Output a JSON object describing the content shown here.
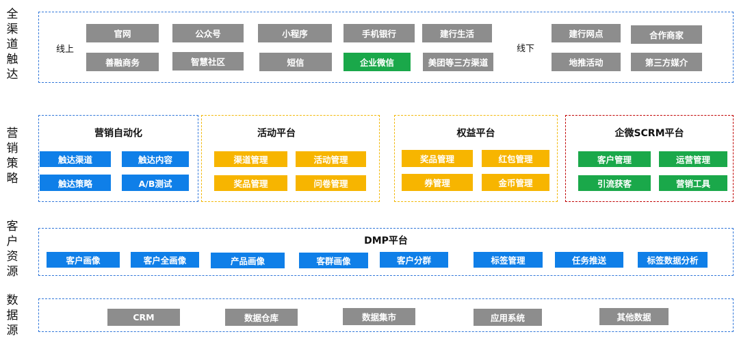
{
  "side_labels": {
    "touch": "全\n渠\n道\n触\n达",
    "strategy": "营\n销\n策\n略",
    "customer": "客\n户\n资\n源",
    "datasource": "数\n据\n源"
  },
  "touch": {
    "online_label": "线上",
    "offline_label": "线下",
    "online_row1": [
      "官网",
      "公众号",
      "小程序",
      "手机银行",
      "建行生活"
    ],
    "online_row2": [
      "善融商务",
      "智慧社区",
      "短信",
      "企业微信",
      "美团等三方渠道"
    ],
    "offline_row1": [
      "建行网点",
      "合作商家"
    ],
    "offline_row2": [
      "地推活动",
      "第三方媒介"
    ]
  },
  "strategy": {
    "automation": {
      "title": "营销自动化",
      "items": [
        "触达渠道",
        "触达内容",
        "触达策略",
        "A/B测试"
      ]
    },
    "activity": {
      "title": "活动平台",
      "items": [
        "渠道管理",
        "活动管理",
        "奖品管理",
        "问卷管理"
      ]
    },
    "rights": {
      "title": "权益平台",
      "items": [
        "奖品管理",
        "红包管理",
        "券管理",
        "金币管理"
      ]
    },
    "scrm": {
      "title": "企微SCRM平台",
      "items": [
        "客户管理",
        "运营管理",
        "引流获客",
        "营销工具"
      ]
    }
  },
  "dmp": {
    "title": "DMP平台",
    "items": [
      "客户画像",
      "客户全画像",
      "产品画像",
      "客群画像",
      "客户分群",
      "标签管理",
      "任务推送",
      "标签数据分析"
    ]
  },
  "datasource": {
    "items": [
      "CRM",
      "数据仓库",
      "数据集市",
      "应用系统",
      "其他数据"
    ]
  },
  "colors": {
    "frame_blue": "#2e75d9",
    "frame_orange": "#f2b705",
    "frame_red": "#c00000",
    "box_gray": "#8d8d8d",
    "box_green": "#1aa84a",
    "box_blue": "#0f7fe8",
    "box_yellow": "#f7b500"
  }
}
